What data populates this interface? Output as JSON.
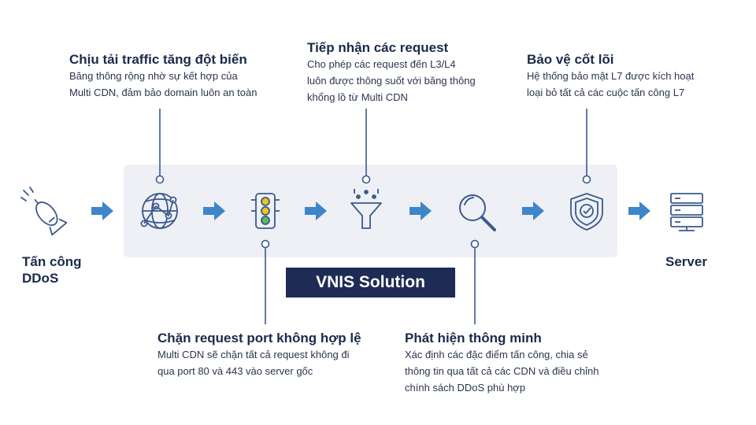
{
  "left_node": {
    "lines": [
      "Tấn công",
      "DDoS"
    ]
  },
  "right_node": {
    "label": "Server"
  },
  "banner": "VNIS Solution",
  "callouts_top": [
    {
      "title": "Chịu tải traffic tăng đột biến",
      "lines": [
        "Băng thông rộng nhờ sự kết hợp của",
        "Multi CDN, đảm bảo domain luôn an toàn"
      ]
    },
    {
      "title": "Tiếp nhận các request",
      "lines": [
        "Cho phép các request đến L3/L4",
        "luôn được thông suốt với băng thông",
        "khổng lồ từ Multi CDN"
      ]
    },
    {
      "title": "Bảo vệ cốt lõi",
      "lines": [
        "Hệ thống bảo mật L7 được kích hoạt",
        "loại bỏ tất cả các cuộc tấn công L7"
      ]
    }
  ],
  "callouts_bottom": [
    {
      "title": "Chặn request port không hợp lệ",
      "lines": [
        "Multi CDN sẽ chặn tất cả request không đi",
        "qua port 80 và 443 vào server gốc"
      ]
    },
    {
      "title": "Phát hiện thông minh",
      "lines": [
        "Xác định các đặc điểm tấn công, chia sẻ",
        "thông tin qua tất cả các CDN và điều chỉnh",
        "chính sách DDoS phù hợp"
      ]
    }
  ],
  "colors": {
    "accent": "#3e86c9",
    "navy": "#1d2b55",
    "panel": "#eef0f5",
    "icon": "#3a5a8c"
  },
  "icons": [
    "bomb-icon",
    "globe-network-icon",
    "traffic-light-icon",
    "funnel-icon",
    "magnifier-icon",
    "shield-check-icon",
    "server-icon"
  ]
}
